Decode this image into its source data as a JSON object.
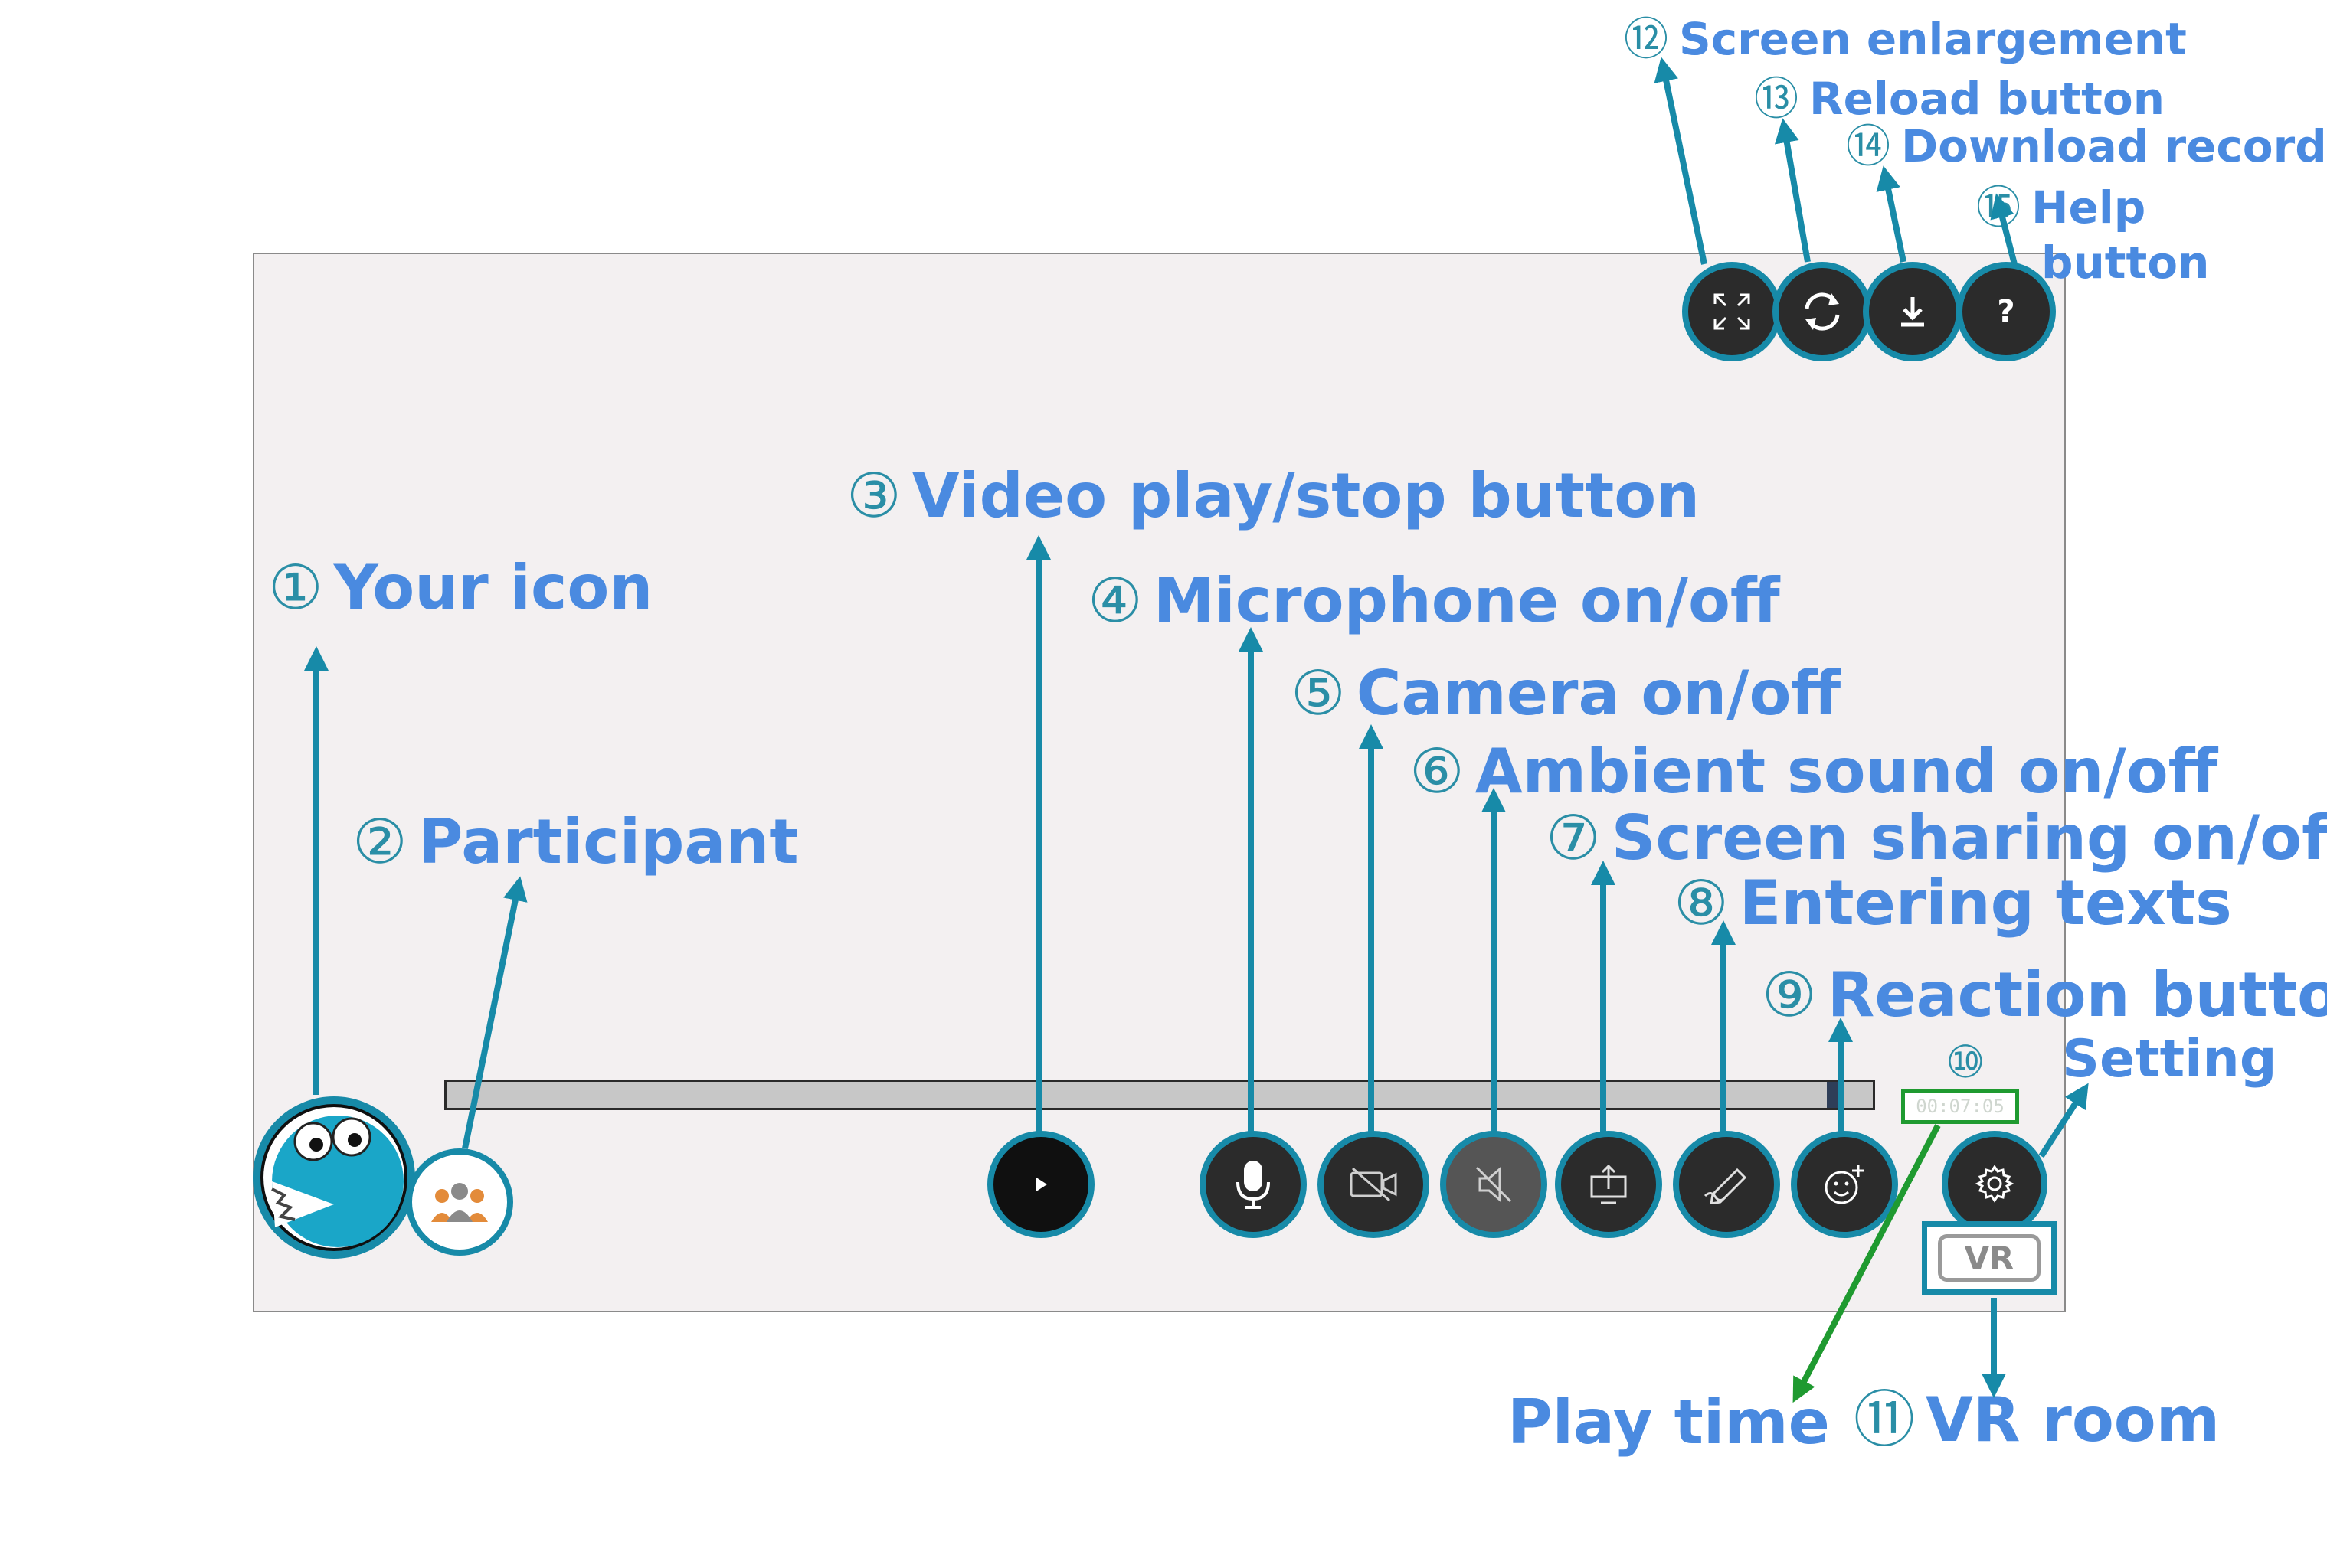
{
  "labels": {
    "your_icon": {
      "num": "①",
      "text": "Your icon"
    },
    "participant": {
      "num": "②",
      "text": "Participant"
    },
    "video_play": {
      "num": "③",
      "text": "Video play/stop button"
    },
    "microphone": {
      "num": "④",
      "text": "Microphone on/off"
    },
    "camera": {
      "num": "⑤",
      "text": "Camera on/off"
    },
    "ambient": {
      "num": "⑥",
      "text": "Ambient sound on/off"
    },
    "screen_sharing": {
      "num": "⑦",
      "text": "Screen sharing on/off"
    },
    "entering_texts": {
      "num": "⑧",
      "text": "Entering texts"
    },
    "reaction": {
      "num": "⑨",
      "text": "Reaction button"
    },
    "setting": {
      "num": "⑩",
      "text": "Setting"
    },
    "vr_room": {
      "num": "⑪",
      "text": "VR room"
    },
    "screen_enlargement": {
      "num": "⑫",
      "text": "Screen enlargement"
    },
    "reload": {
      "num": "⑬",
      "text": "Reload button"
    },
    "download": {
      "num": "⑭",
      "text": "Download records"
    },
    "help_line1": {
      "num": "⑮",
      "text": "Help"
    },
    "help_line2": "button",
    "play_time": "Play time"
  },
  "controls": {
    "play_time_value": "00:07:05",
    "vr_label": "VR",
    "help_glyph": "?",
    "playback_progress": 0.98
  },
  "colors": {
    "label": "#4a8ae0",
    "number": "#2a8ea6",
    "arrow": "#178aa8",
    "play_time_arrow": "#1f9a30",
    "button_fill": "#2b2b2b",
    "button_ring": "#178aa8"
  }
}
